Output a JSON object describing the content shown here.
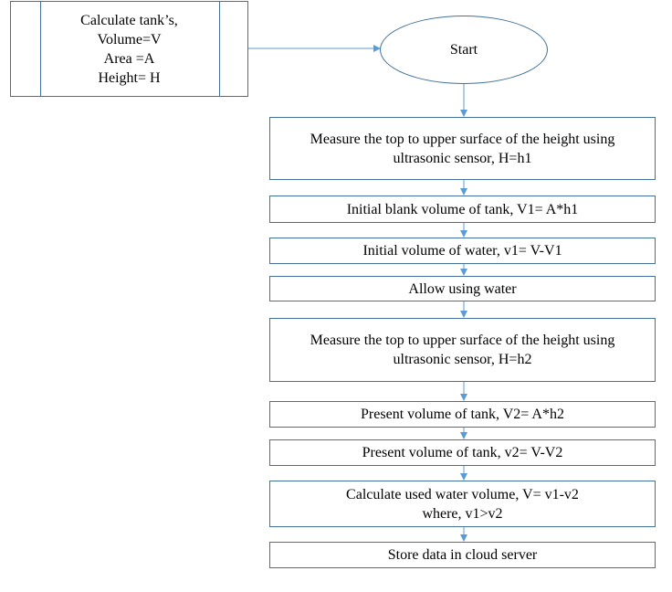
{
  "diagram": {
    "predefined_process": {
      "lines": [
        "Calculate tank’s,",
        "Volume=V",
        "Area =A",
        "Height= H"
      ]
    },
    "start": {
      "label": "Start"
    },
    "steps": [
      {
        "lines": [
          "Measure the top to upper surface of the height  using",
          "ultrasonic sensor, H=h1"
        ]
      },
      {
        "lines": [
          "Initial  blank volume  of tank, V1= A*h1"
        ]
      },
      {
        "lines": [
          "Initial  volume  of water, v1= V-V1"
        ]
      },
      {
        "lines": [
          "Allow  using water"
        ]
      },
      {
        "lines": [
          "Measure the top to upper surface of the height  using",
          "ultrasonic sensor, H=h2"
        ]
      },
      {
        "lines": [
          "Present volume of tank, V2= A*h2"
        ]
      },
      {
        "lines": [
          "Present volume of tank, v2= V-V2"
        ]
      },
      {
        "lines": [
          "Calculate  used water volume,  V= v1-v2",
          "where,  v1>v2"
        ]
      },
      {
        "lines": [
          "Store data in cloud server"
        ]
      }
    ],
    "colors": {
      "stroke": "#41719c",
      "arrow": "#5b9bd5"
    }
  }
}
